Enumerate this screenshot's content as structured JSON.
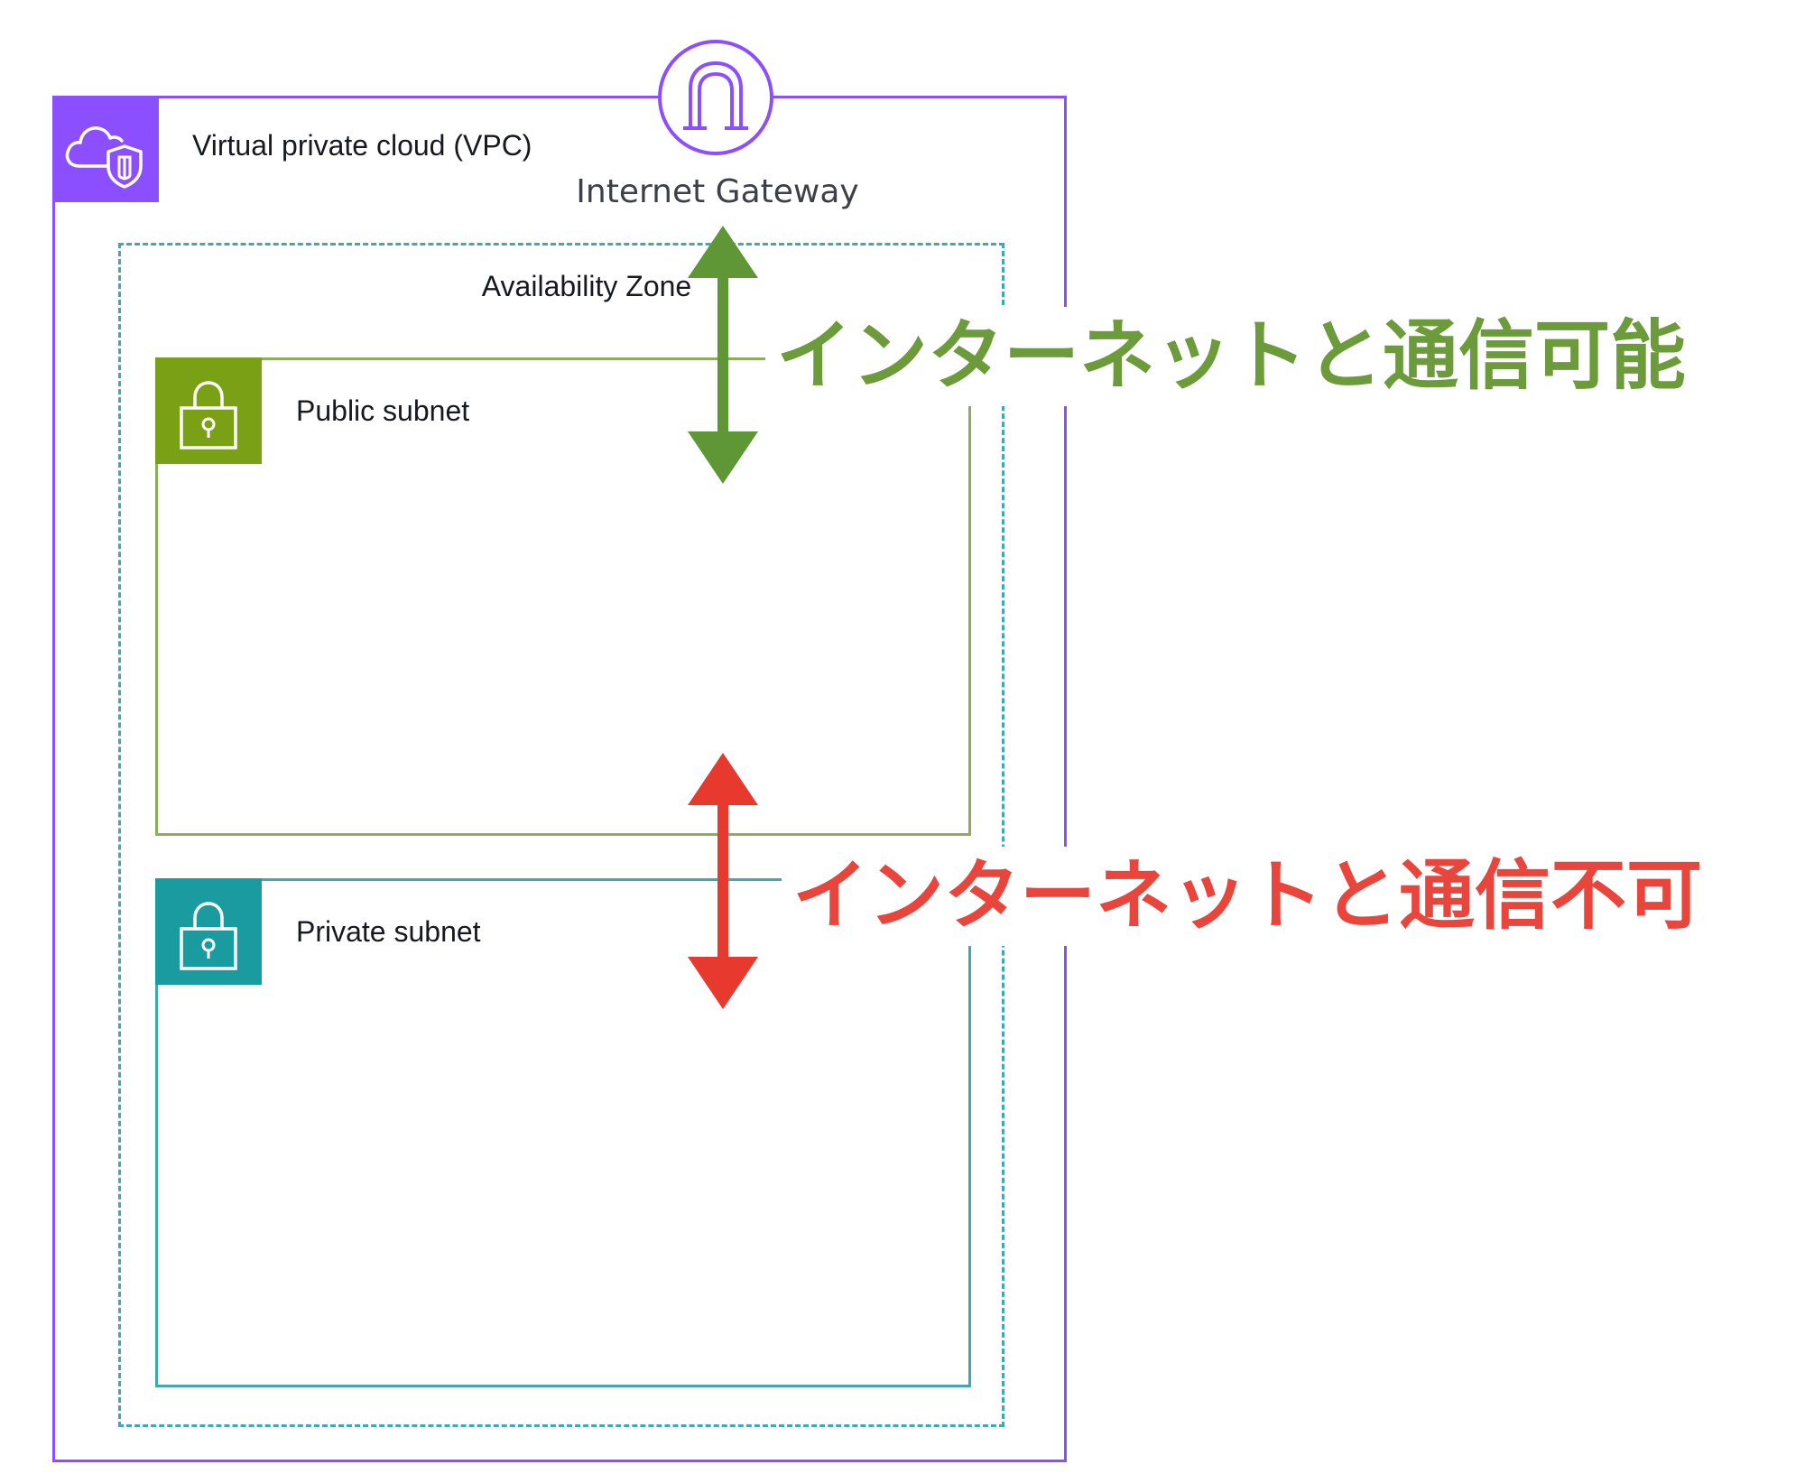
{
  "vpc": {
    "label": "Virtual private cloud (VPC)",
    "color": "#8C4FFF",
    "icon": "vpc-cloud-shield-icon"
  },
  "internet_gateway": {
    "label": "Internet Gateway",
    "color": "#8C4FFF",
    "icon": "internet-gateway-icon"
  },
  "availability_zone": {
    "label": "Availability Zone",
    "color": "#3fa8b5"
  },
  "public_subnet": {
    "label": "Public subnet",
    "color": "#7aa116",
    "icon": "lock-icon"
  },
  "private_subnet": {
    "label": "Private subnet",
    "color": "#1a9b9f",
    "icon": "lock-icon"
  },
  "annotations": {
    "can_communicate": {
      "text": "インターネットと通信可能",
      "color": "#6b9b3a"
    },
    "cannot_communicate": {
      "text": "インターネットと通信不可",
      "color": "#e8453c"
    }
  }
}
